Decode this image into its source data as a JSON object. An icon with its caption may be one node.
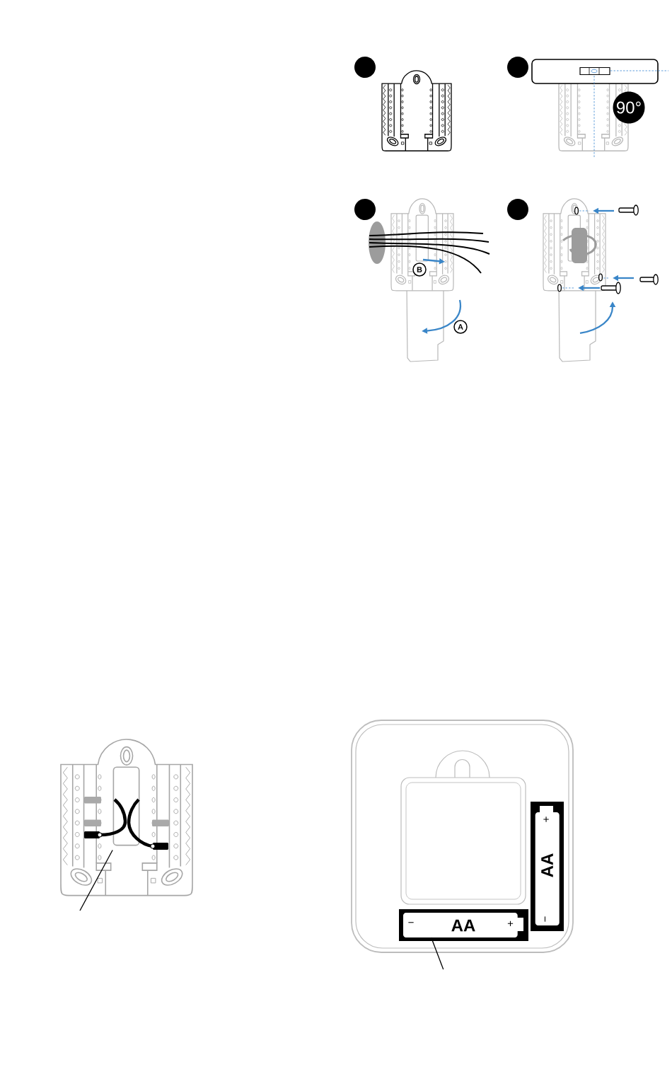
{
  "diagram": {
    "nodes": [
      {
        "text": [],
        "shape": "circle"
      },
      {
        "text": [],
        "shape": "circle"
      },
      {
        "text": [
          "90°"
        ]
      },
      {
        "text": [],
        "shape": "circle"
      },
      {
        "text": [
          "B"
        ]
      },
      {
        "text": [
          "A"
        ]
      },
      {
        "text": [],
        "shape": "circle"
      },
      {
        "text": [],
        "shape": "picture"
      },
      {
        "text": [
          "+",
          "AA",
          "−"
        ]
      },
      {
        "text": [
          "−",
          "AA",
          "+"
        ]
      }
    ],
    "edges": [
      {
        "from": null,
        "to": 7,
        "arrow": "none"
      },
      {
        "from": null,
        "to": 9,
        "arrow": "none"
      }
    ]
  }
}
